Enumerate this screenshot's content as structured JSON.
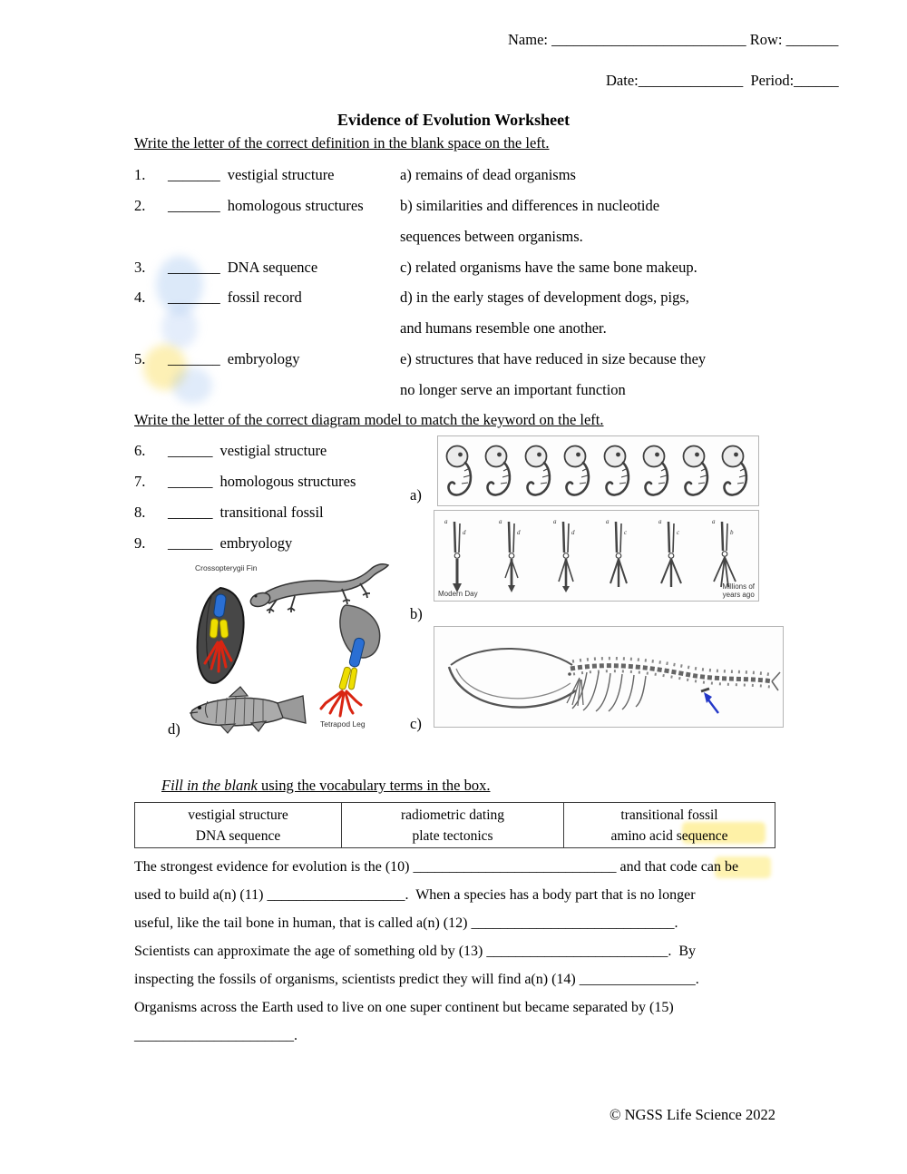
{
  "header": {
    "name_label": "Name:",
    "name_blank": "__________________________",
    "row_label": "Row:",
    "row_blank": "_______",
    "date_label": "Date:",
    "date_blank": "______________",
    "period_label": "Period:",
    "period_blank": "______"
  },
  "title": "Evidence of Evolution Worksheet",
  "matching": {
    "instruction": "Write the letter of the correct definition in the blank space on the left.",
    "items": [
      {
        "num": "1.",
        "blank": "_______",
        "term": "vestigial structure"
      },
      {
        "num": "2.",
        "blank": "_______",
        "term": "homologous structures"
      },
      {
        "num": "3.",
        "blank": "_______",
        "term": "DNA sequence"
      },
      {
        "num": "4.",
        "blank": "_______",
        "term": "fossil record"
      },
      {
        "num": "5.",
        "blank": "_______",
        "term": "embryology"
      }
    ],
    "definitions": {
      "a1": "a) remains of dead organisms",
      "b1": "b) similarities and differences in nucleotide",
      "b2": "sequences between organisms.",
      "c1": "c) related organisms have the same bone makeup.",
      "d1": "d) in the early stages of development dogs, pigs,",
      "d2": "and humans resemble one another.",
      "e1": "e) structures that have reduced in size because they",
      "e2": "no longer serve an important function"
    }
  },
  "diagrams": {
    "instruction": "Write the letter of the correct diagram model to match the keyword on the left.",
    "items": [
      {
        "num": "6.",
        "blank": "______",
        "term": "vestigial structure"
      },
      {
        "num": "7.",
        "blank": "______",
        "term": "homologous structures"
      },
      {
        "num": "8.",
        "blank": "______",
        "term": "transitional fossil"
      },
      {
        "num": "9.",
        "blank": "______",
        "term": "embryology"
      }
    ],
    "label_a": "a)",
    "label_b": "b)",
    "label_c": "c)",
    "label_d": "d)",
    "horse_diagram": {
      "left_caption": "Modern Day",
      "right_caption_line1": "Millions of",
      "right_caption_line2": "years ago",
      "bone_letters": [
        "a",
        "b",
        "c",
        "d"
      ]
    },
    "fin_diagram": {
      "top_caption": "Crossopterygii Fin",
      "bottom_caption": "Tetrapod Leg"
    }
  },
  "fill_in": {
    "heading_italic": "Fill in the blank",
    "heading_rest": " using the vocabulary terms in the box.",
    "vocab_box": {
      "columns": [
        {
          "line1": "vestigial structure",
          "line2": "DNA sequence"
        },
        {
          "line1": "radiometric dating",
          "line2": "plate tectonics"
        },
        {
          "line1": "transitional fossil",
          "line2": "amino acid sequence"
        }
      ]
    },
    "paragraph_lines": [
      "The strongest evidence for evolution is the (10) ____________________________ and that code can be",
      "used to build a(n) (11) ___________________.  When a species has a body part that is no longer",
      "useful, like the tail bone in human, that is called a(n) (12) ____________________________.",
      "Scientists can approximate the age of something old by (13) _________________________.  By",
      "inspecting the fossils of organisms, scientists predict they will find a(n) (14) ________________.",
      "Organisms across the Earth used to live on one super continent but became separated by (15)",
      "______________________."
    ]
  },
  "footer": "© NGSS Life Science 2022"
}
